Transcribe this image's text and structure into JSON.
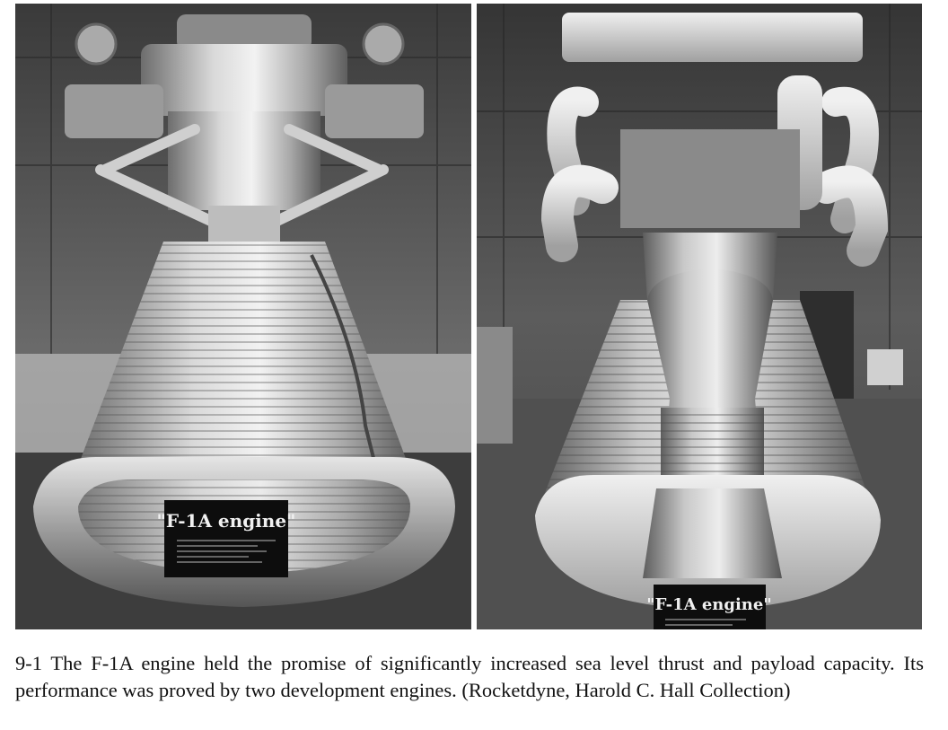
{
  "figure": {
    "left_photo": {
      "alt": "F-1A rocket engine, front view",
      "plaque_label": "\"F-1A engine\""
    },
    "right_photo": {
      "alt": "F-1A rocket engine, side view",
      "plaque_label": "\"F-1A engine\""
    },
    "caption": "9-1 The F-1A engine held the promise of significantly increased sea level thrust and payload capacity. Its performance was proved by two development engines. (Rocketdyne, Harold C. Hall Collection)"
  }
}
